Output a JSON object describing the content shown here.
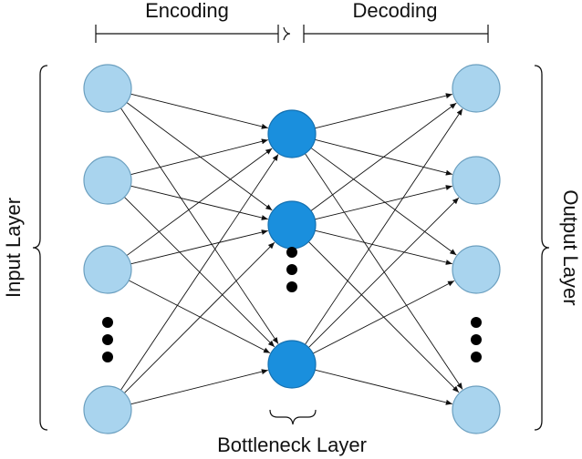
{
  "labels": {
    "encoding": "Encoding",
    "decoding": "Decoding",
    "input_layer": "Input Layer",
    "output_layer": "Output Layer",
    "bottleneck_layer": "Bottleneck Layer"
  },
  "colors": {
    "light_node_fill": "#a9d4ee",
    "light_node_stroke": "#6b9fbf",
    "dark_node_fill": "#1a8fdd",
    "dark_node_stroke": "#1470b0",
    "line": "#111111"
  }
}
